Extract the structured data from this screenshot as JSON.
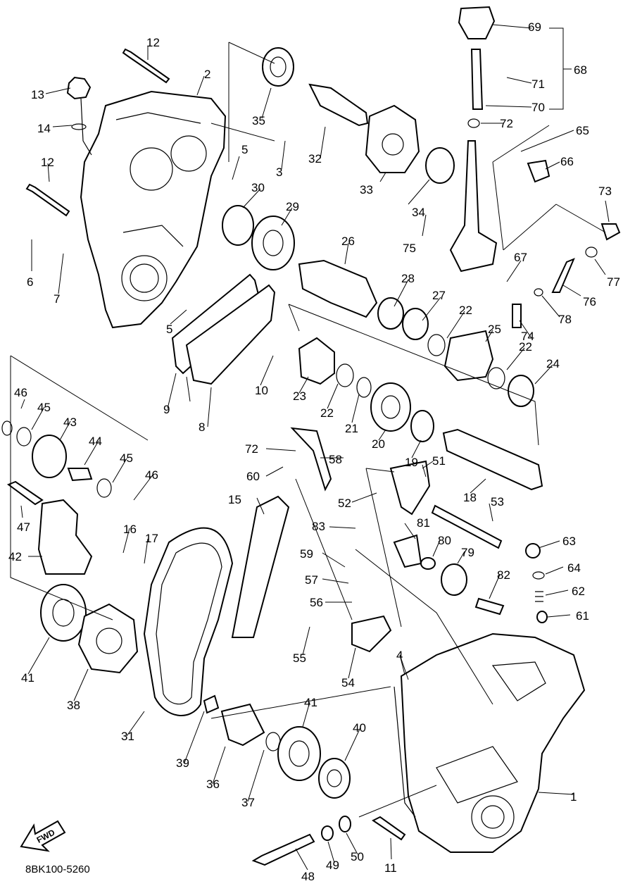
{
  "diagram_code": "8BK100-5260",
  "fwd_label": "FWD",
  "callouts": [
    "1",
    "2",
    "3",
    "4",
    "5",
    "5",
    "6",
    "7",
    "8",
    "9",
    "10",
    "11",
    "12",
    "12",
    "13",
    "14",
    "15",
    "16",
    "17",
    "18",
    "19",
    "20",
    "21",
    "22",
    "22",
    "22",
    "23",
    "24",
    "25",
    "26",
    "27",
    "28",
    "29",
    "30",
    "31",
    "32",
    "33",
    "34",
    "35",
    "36",
    "37",
    "38",
    "39",
    "40",
    "41",
    "41",
    "42",
    "43",
    "44",
    "45",
    "45",
    "46",
    "46",
    "47",
    "48",
    "49",
    "50",
    "51",
    "52",
    "53",
    "54",
    "55",
    "56",
    "57",
    "58",
    "59",
    "60",
    "61",
    "62",
    "63",
    "64",
    "65",
    "66",
    "67",
    "68",
    "69",
    "70",
    "71",
    "72",
    "72",
    "73",
    "74",
    "75",
    "76",
    "77",
    "78",
    "79",
    "80",
    "81",
    "82",
    "83"
  ]
}
